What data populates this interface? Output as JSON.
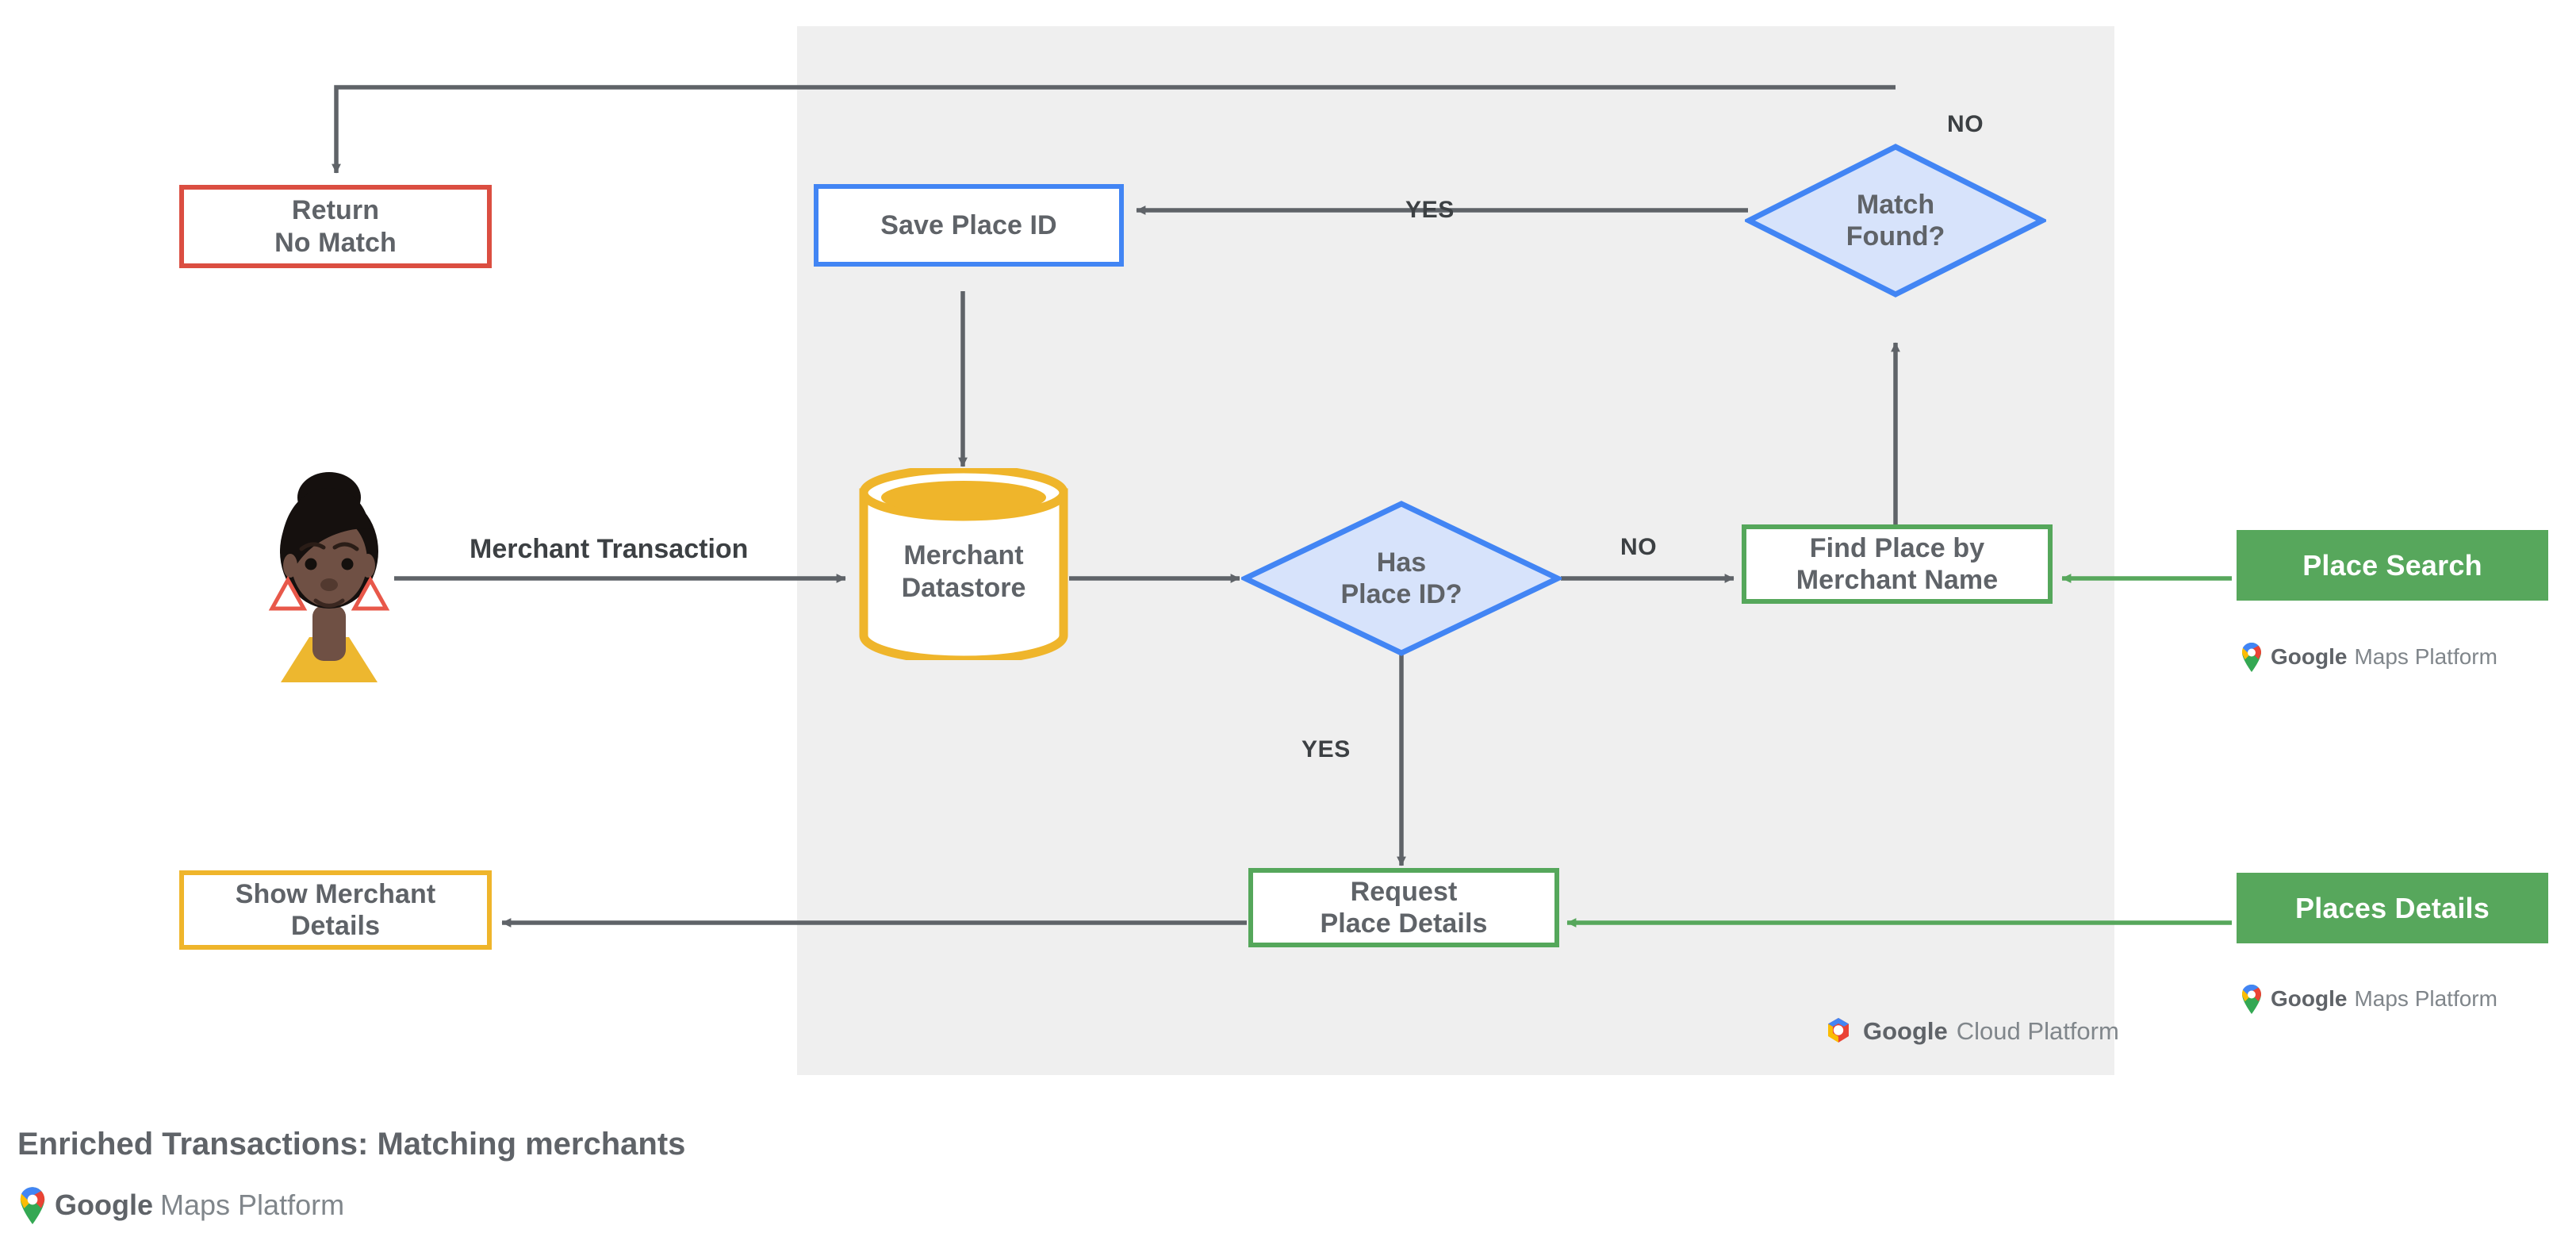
{
  "diagram": {
    "caption": "Enriched Transactions: Matching merchants",
    "panel_label": "google-cloud-platform-region",
    "colors": {
      "panel_bg": "#EFEFEF",
      "red": "#DB4E41",
      "blue": "#4285F4",
      "blue_fill": "#D7E3FB",
      "green": "#57A75C",
      "amber": "#EFB52B",
      "line": "#5F6368",
      "text": "#5F6368"
    }
  },
  "actor": {
    "name": "Consumer avatar",
    "skin": "#6F5044",
    "hair": "#15100E",
    "earring": "#E8584A",
    "shirt": "#EDB72F"
  },
  "nodes": {
    "return_no_match": {
      "line1": "Return",
      "line2": "No Match",
      "style": "red"
    },
    "save_place_id": {
      "line1": "Save Place ID",
      "line2": "",
      "style": "blue"
    },
    "merchant_datastore": {
      "line1": "Merchant",
      "line2": "Datastore",
      "style": "amber-cylinder"
    },
    "has_place_id": {
      "line1": "Has",
      "line2": "Place ID?",
      "style": "blue-diamond"
    },
    "match_found": {
      "line1": "Match",
      "line2": "Found?",
      "style": "blue-diamond"
    },
    "find_place": {
      "line1": "Find Place by",
      "line2": "Merchant Name",
      "style": "green"
    },
    "request_details": {
      "line1": "Request",
      "line2": "Place Details",
      "style": "green"
    },
    "show_merchant": {
      "line1": "Show Merchant",
      "line2": "Details",
      "style": "amber"
    }
  },
  "api_nodes": {
    "place_search": {
      "label": "Place Search"
    },
    "places_details": {
      "label": "Places Details"
    }
  },
  "edge_labels": {
    "merchant_transaction": "Merchant Transaction",
    "has_place_id_no": "NO",
    "has_place_id_yes": "YES",
    "match_found_yes": "YES",
    "match_found_no": "NO"
  },
  "logos": {
    "maps_platform": {
      "google": "Google",
      "product": "Maps Platform"
    },
    "cloud_platform": {
      "google": "Google",
      "product": "Cloud Platform"
    }
  }
}
